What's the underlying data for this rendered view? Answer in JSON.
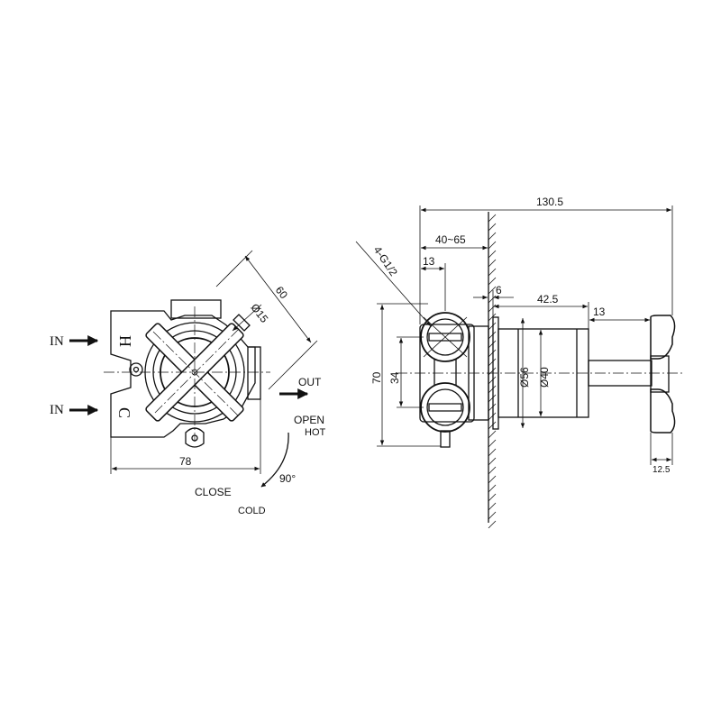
{
  "front_view": {
    "inlet_hot_label": "IN",
    "inlet_cold_label": "IN",
    "outlet_label": "OUT",
    "hot_marking": "H",
    "cold_marking": "C",
    "dim_width": "78",
    "dim_handle_span": "60",
    "dim_handle_diameter": "Ø15",
    "open_label": "OPEN",
    "hot_label": "HOT",
    "rotation_angle": "90°",
    "close_label": "CLOSE",
    "cold_label": "COLD"
  },
  "side_view": {
    "dim_overall_length": "130.5",
    "dim_wall_depth": "40~65",
    "dim_thread": "4-G1/2",
    "dim_port_offset": "13",
    "dim_wall_gap": "6",
    "dim_body_length": "42.5",
    "dim_handle_length": "13",
    "dim_height": "70",
    "dim_port_spacing": "34",
    "dim_flange_diameter": "Ø56",
    "dim_body_diameter": "Ø40",
    "dim_handle_thickness": "12.5"
  }
}
